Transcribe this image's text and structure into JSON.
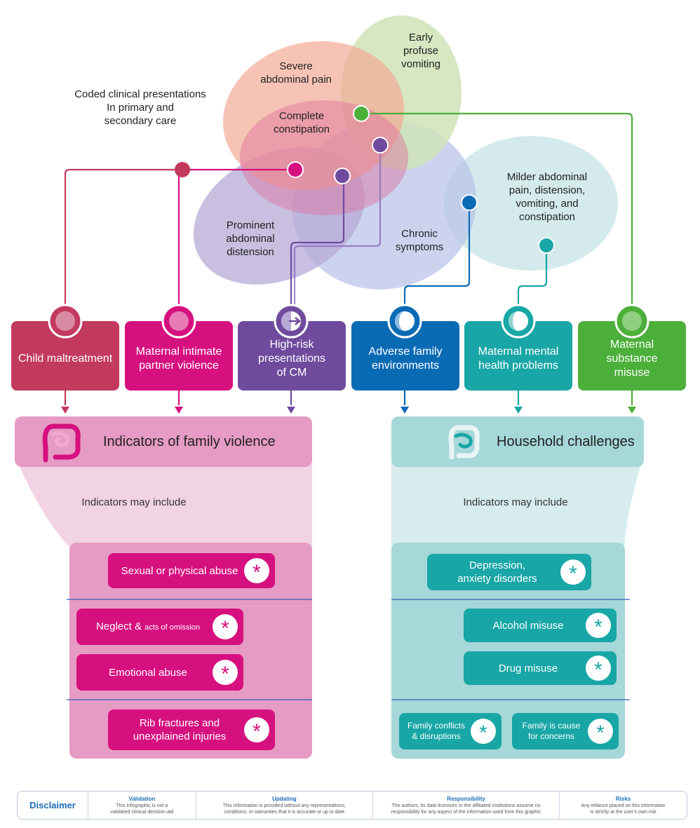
{
  "intro_label": [
    "Coded clinical presentations",
    "In primary and",
    "secondary care"
  ],
  "presentations": {
    "vomiting": [
      "Early",
      "profuse",
      "vomiting"
    ],
    "severe_pain": [
      "Severe",
      "abdominal pain"
    ],
    "constipation": [
      "Complete",
      "constipation"
    ],
    "distension": [
      "Prominent",
      "abdominal",
      "distension"
    ],
    "chronic": [
      "Chronic",
      "symptoms"
    ],
    "milder": [
      "Milder abdominal",
      "pain, distension,",
      "vomiting, and",
      "constipation"
    ]
  },
  "categories": [
    {
      "label": [
        "Child maltreatment"
      ],
      "color": "#c23a5e"
    },
    {
      "label": [
        "Maternal intimate",
        "partner violence"
      ],
      "color": "#d6107f"
    },
    {
      "label": [
        "High-risk",
        "presentations",
        "of CM"
      ],
      "color": "#6f4b9e"
    },
    {
      "label": [
        "Adverse family",
        "environments"
      ],
      "color": "#0a6bb5"
    },
    {
      "label": [
        "Maternal mental",
        "health problems"
      ],
      "color": "#19a6a6"
    },
    {
      "label": [
        "Maternal",
        "substance",
        "misuse"
      ],
      "color": "#4caf3a"
    }
  ],
  "left_panel": {
    "title": "Indicators of family violence",
    "subtitle": "Indicators may include",
    "items": {
      "abuse": "Sexual or physical abuse",
      "neglect_main": "Neglect &",
      "neglect_small": "acts of omission",
      "emotional": "Emotional abuse",
      "rib": [
        "Rib fractures and",
        "unexplained injuries"
      ]
    }
  },
  "right_panel": {
    "title": "Household challenges",
    "subtitle": "Indicators may include",
    "items": {
      "depression": [
        "Depression,",
        "anxiety disorders"
      ],
      "alcohol": "Alcohol misuse",
      "drug": "Drug misuse",
      "conflicts": [
        "Family conflicts",
        "& disruptions"
      ],
      "concerns": [
        "Family is cause",
        "for concerns"
      ]
    }
  },
  "asterisk": "*",
  "disclaimer": {
    "title": "Disclaimer",
    "columns": [
      {
        "heading": "Validation",
        "body": [
          "This infographic is not a",
          "validated clinical decision aid"
        ]
      },
      {
        "heading": "Updating",
        "body": [
          "This information is provided without any representations,",
          "conditions, or warranties that it is accurate or up to date"
        ]
      },
      {
        "heading": "Responsibility",
        "body": [
          "The authors, its data licensors or the affiliated institutions assume no",
          "responsibility for any aspect of the information used from this graphic"
        ]
      },
      {
        "heading": "Risks",
        "body": [
          "Any reliance placed on this information",
          "is strictly at the user's own risk"
        ]
      }
    ]
  }
}
